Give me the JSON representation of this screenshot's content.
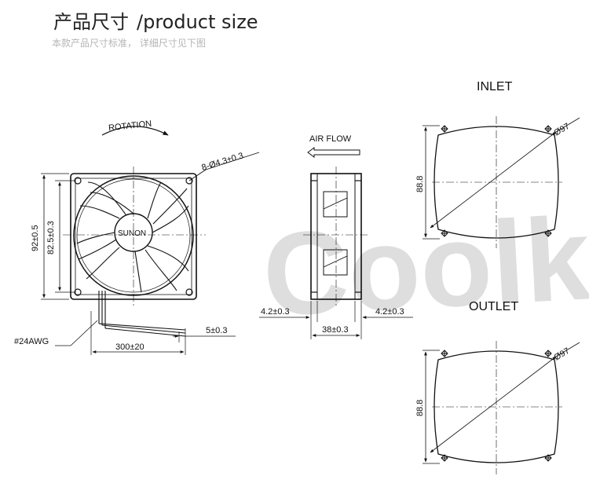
{
  "header": {
    "title_cn": "产品尺寸",
    "title_en": "/product size",
    "subtitle": "本款产品尺寸标准，  详细尺寸见下图"
  },
  "watermark": "Coolking",
  "front_view": {
    "rotation_label": "ROTATION",
    "hole_label": "8-Ø4.3±0.3",
    "outer_dim": "92±0.5",
    "hole_pitch": "82.5±0.3",
    "brand": "SUNON",
    "wire_gauge": "#24AWG",
    "wire_length": "300±20",
    "strip_length": "5±0.3"
  },
  "side_view": {
    "airflow_label": "AIR FLOW",
    "left_dim": "4.2±0.3",
    "depth_dim": "38±0.3",
    "right_dim": "4.2±0.3"
  },
  "inlet": {
    "label": "INLET",
    "diameter": "Ø97",
    "height": "88.8"
  },
  "outlet": {
    "label": "OUTLET",
    "diameter": "Ø97",
    "height": "88.8"
  }
}
